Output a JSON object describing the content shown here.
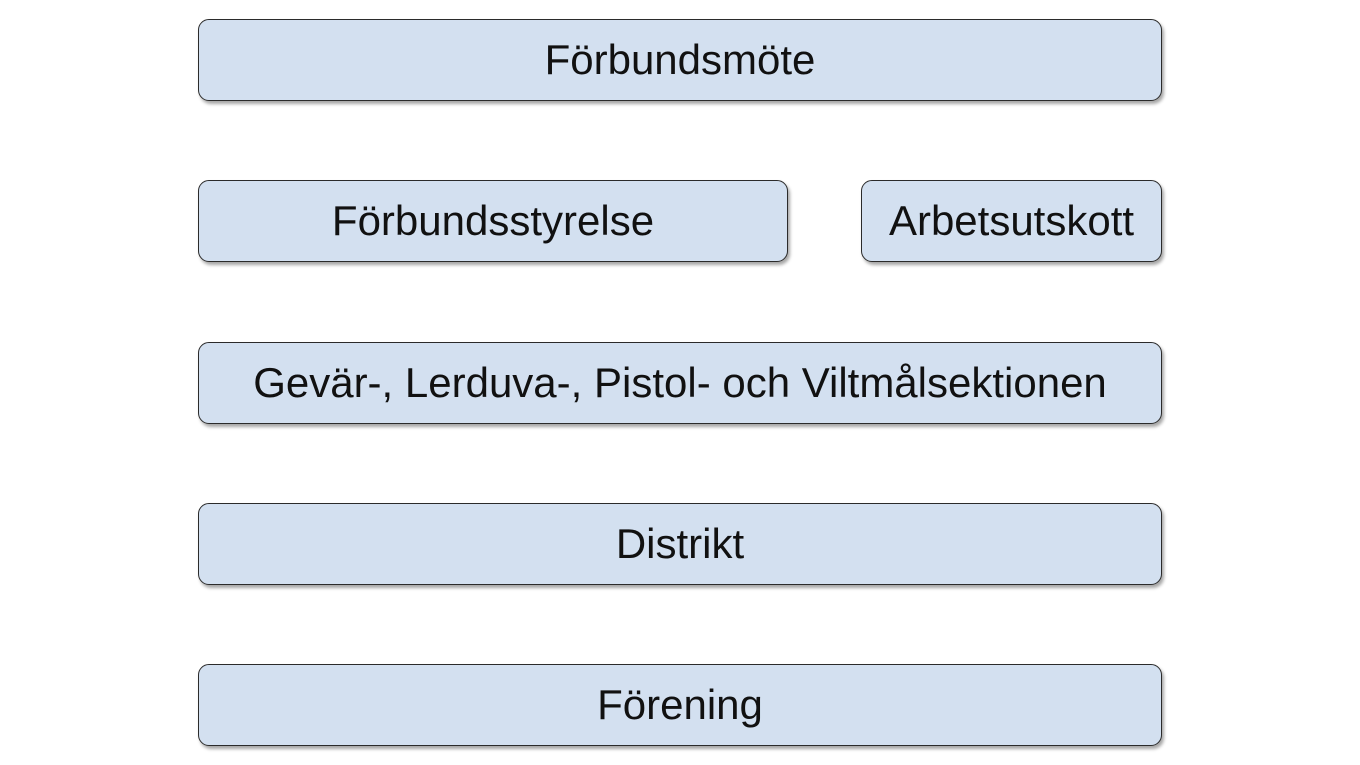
{
  "boxes": {
    "forbundsmote": "Förbundsmöte",
    "forbundsstyrelse": "Förbundsstyrelse",
    "arbetsutskott": "Arbetsutskott",
    "sektioner": "Gevär-, Lerduva-, Pistol- och Viltmålsektionen",
    "distrikt": "Distrikt",
    "forening": "Förening"
  },
  "colors": {
    "box_fill": "#d3e0f0",
    "box_border": "#2b2b2b"
  }
}
